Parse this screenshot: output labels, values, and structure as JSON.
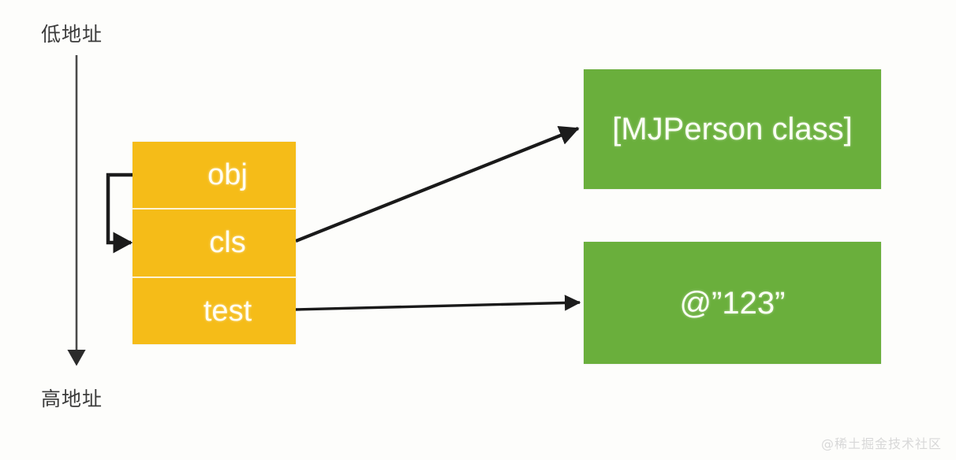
{
  "diagram": {
    "title": "Objective-C object memory layout diagram",
    "background_color": "#fdfdfb",
    "address_axis": {
      "low_label": "低地址",
      "high_label": "高地址",
      "arrow_direction": "down"
    },
    "stack": {
      "fill_color": "#f5bc18",
      "text_color": "#fffdf2",
      "cells": [
        {
          "label": "obj"
        },
        {
          "label": "cls"
        },
        {
          "label": "test"
        }
      ]
    },
    "heap_objects": [
      {
        "id": "class-box",
        "label": "[MJPerson class]",
        "fill_color": "#6aaf3c"
      },
      {
        "id": "string-box",
        "label": "@”123”",
        "fill_color": "#6aaf3c"
      }
    ],
    "arrows": [
      {
        "name": "obj-to-cls-pointer",
        "from": "obj",
        "to": "cls",
        "style": "elbow-loop"
      },
      {
        "name": "cls-to-class-object",
        "from": "cls",
        "to": "[MJPerson class]",
        "style": "diagonal"
      },
      {
        "name": "test-to-string-object",
        "from": "test",
        "to": "@”123”",
        "style": "horizontal"
      }
    ],
    "watermark": "@稀土掘金技术社区"
  }
}
